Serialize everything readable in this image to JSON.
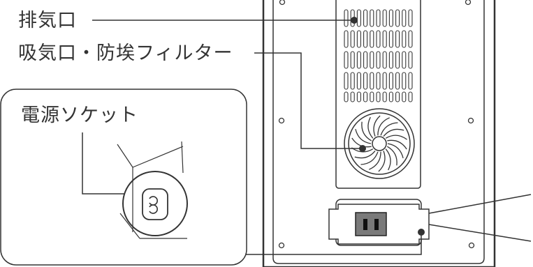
{
  "labels": {
    "exhaust": "排気口",
    "intake_filter": "吸気口・防埃フィルター",
    "power_socket": "電源ソケット"
  },
  "colors": {
    "line": "#333333",
    "panel_fill": "#ffffff",
    "background": "#ffffff"
  }
}
